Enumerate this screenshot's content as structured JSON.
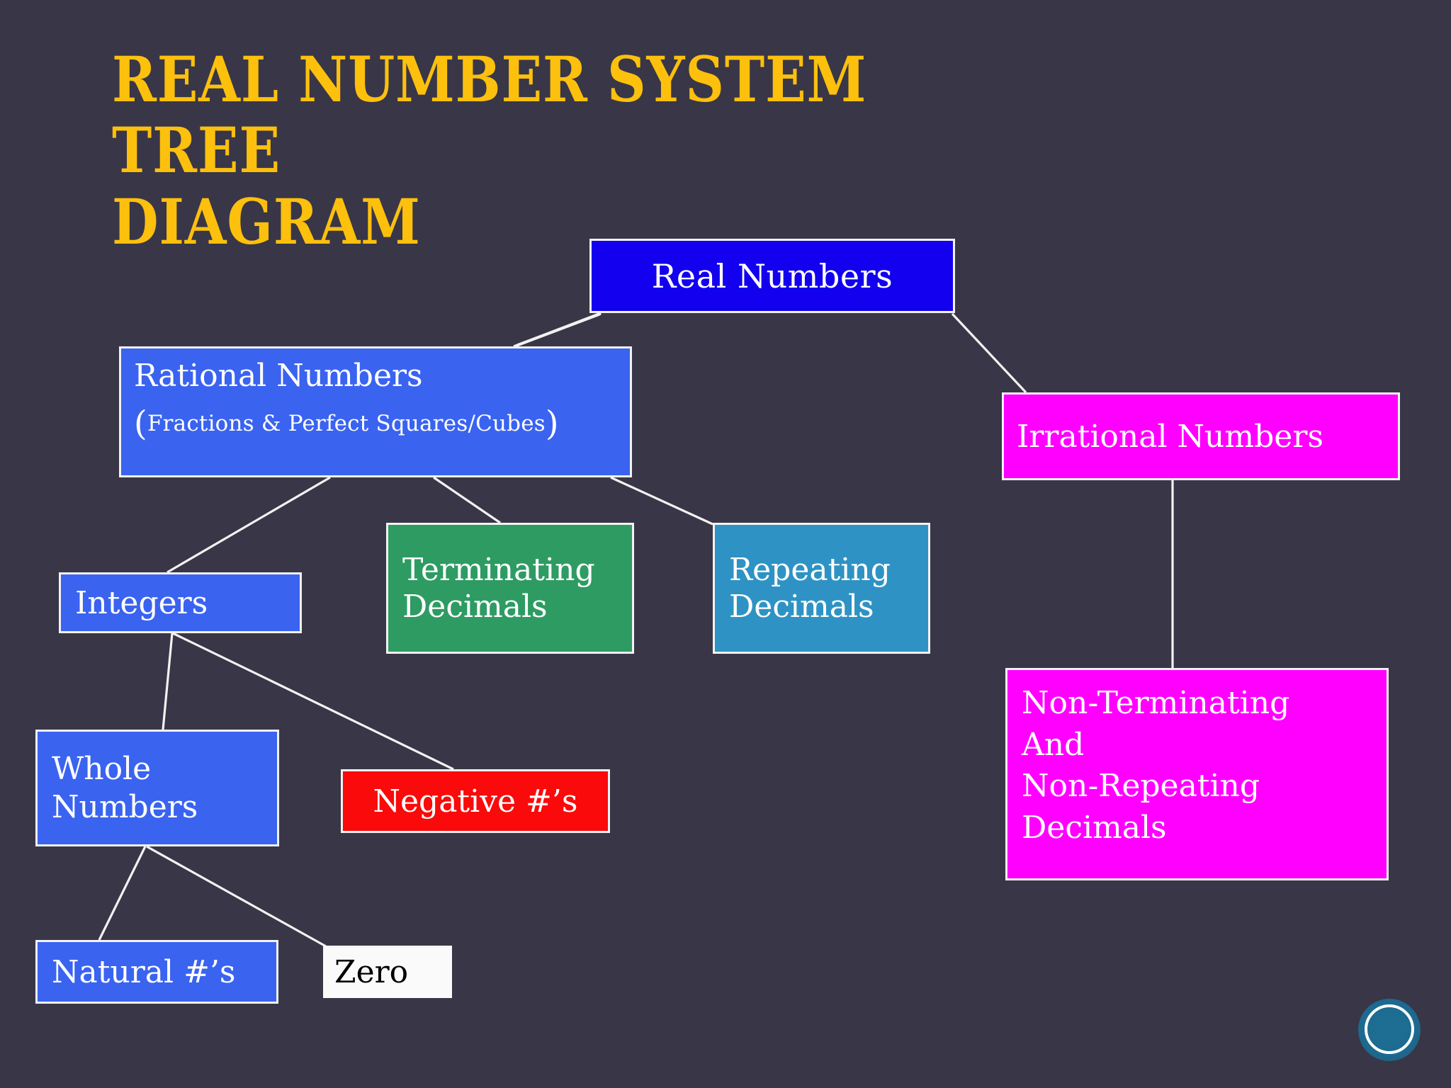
{
  "slide": {
    "title": "Real Number System Tree\nDiagram",
    "background_color": "#393647",
    "title_color": "#FCC00D",
    "connector_color": "#F2F2F2"
  },
  "nodes": {
    "real": {
      "label": "Real Numbers",
      "color": "#1200EE"
    },
    "rational": {
      "label": "Rational Numbers",
      "sub_open": "(",
      "sub_text": "Fractions & Perfect Squares/Cubes",
      "sub_close": ")",
      "color": "#3A63F0"
    },
    "irrational": {
      "label": "Irrational Numbers",
      "color": "#FF00FF"
    },
    "terminating": {
      "label": "Terminating\nDecimals",
      "color": "#2E9B63"
    },
    "repeating": {
      "label": "Repeating\nDecimals",
      "color": "#2E93C4"
    },
    "integers": {
      "label": "Integers",
      "color": "#3A63F0"
    },
    "whole": {
      "label": "Whole\nNumbers",
      "color": "#3A63F0"
    },
    "negative": {
      "label": "Negative #’s",
      "color": "#FA0A0A"
    },
    "nonterminating": {
      "label": "Non-Terminating\nAnd\nNon-Repeating\nDecimals",
      "color": "#FF00FF"
    },
    "natural": {
      "label": "Natural #’s",
      "color": "#3A63F0"
    },
    "zero": {
      "label": "Zero",
      "color": "#FAFAFA"
    }
  },
  "edges": [
    {
      "from": "real",
      "to": "rational"
    },
    {
      "from": "real",
      "to": "irrational"
    },
    {
      "from": "rational",
      "to": "integers"
    },
    {
      "from": "rational",
      "to": "terminating"
    },
    {
      "from": "rational",
      "to": "repeating"
    },
    {
      "from": "integers",
      "to": "whole"
    },
    {
      "from": "integers",
      "to": "negative"
    },
    {
      "from": "whole",
      "to": "natural"
    },
    {
      "from": "whole",
      "to": "zero"
    },
    {
      "from": "irrational",
      "to": "nonterminating"
    }
  ],
  "logo": {
    "name": "circular-brand-logo"
  }
}
